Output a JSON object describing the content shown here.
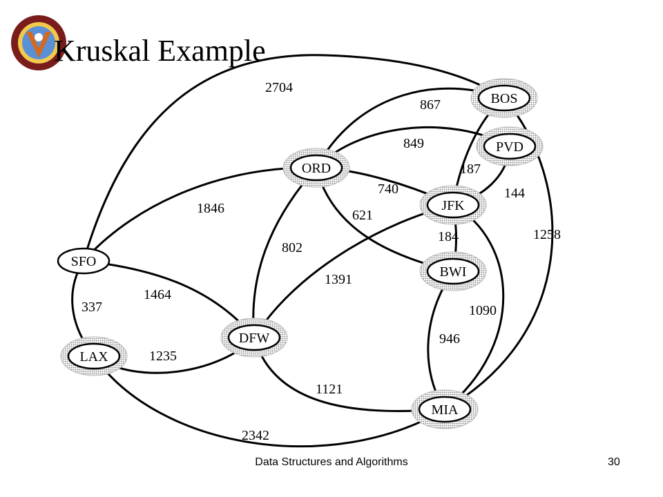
{
  "title": "Kruskal Example",
  "footer": {
    "left_text": "Data Structures and Algorithms",
    "page_number": "30"
  },
  "colors": {
    "edge": "#000000",
    "node_fill": "#ffffff",
    "halo": "#b5b5b5",
    "text": "#000000"
  },
  "graph": {
    "nodes": [
      {
        "id": "BOS",
        "label": "BOS"
      },
      {
        "id": "PVD",
        "label": "PVD"
      },
      {
        "id": "ORD",
        "label": "ORD"
      },
      {
        "id": "JFK",
        "label": "JFK"
      },
      {
        "id": "BWI",
        "label": "BWI"
      },
      {
        "id": "SFO",
        "label": "SFO"
      },
      {
        "id": "DFW",
        "label": "DFW"
      },
      {
        "id": "LAX",
        "label": "LAX"
      },
      {
        "id": "MIA",
        "label": "MIA"
      }
    ],
    "edges": [
      {
        "from": "SFO",
        "to": "BOS",
        "weight": "2704"
      },
      {
        "from": "ORD",
        "to": "BOS",
        "weight": "867"
      },
      {
        "from": "ORD",
        "to": "PVD",
        "weight": "849"
      },
      {
        "from": "JFK",
        "to": "BOS",
        "weight": "187"
      },
      {
        "from": "ORD",
        "to": "JFK",
        "weight": "740"
      },
      {
        "from": "JFK",
        "to": "PVD",
        "weight": "144"
      },
      {
        "from": "SFO",
        "to": "ORD",
        "weight": "1846"
      },
      {
        "from": "ORD",
        "to": "BWI",
        "weight": "621"
      },
      {
        "from": "BOS",
        "to": "MIA",
        "weight": "1258"
      },
      {
        "from": "JFK",
        "to": "BWI",
        "weight": "184"
      },
      {
        "from": "ORD",
        "to": "DFW",
        "weight": "802"
      },
      {
        "from": "DFW",
        "to": "JFK",
        "weight": "1391"
      },
      {
        "from": "SFO",
        "to": "DFW",
        "weight": "1464"
      },
      {
        "from": "SFO",
        "to": "LAX",
        "weight": "337"
      },
      {
        "from": "JFK",
        "to": "MIA",
        "weight": "1090"
      },
      {
        "from": "BWI",
        "to": "MIA",
        "weight": "946"
      },
      {
        "from": "LAX",
        "to": "DFW",
        "weight": "1235"
      },
      {
        "from": "DFW",
        "to": "MIA",
        "weight": "1121"
      },
      {
        "from": "LAX",
        "to": "MIA",
        "weight": "2342"
      }
    ]
  }
}
